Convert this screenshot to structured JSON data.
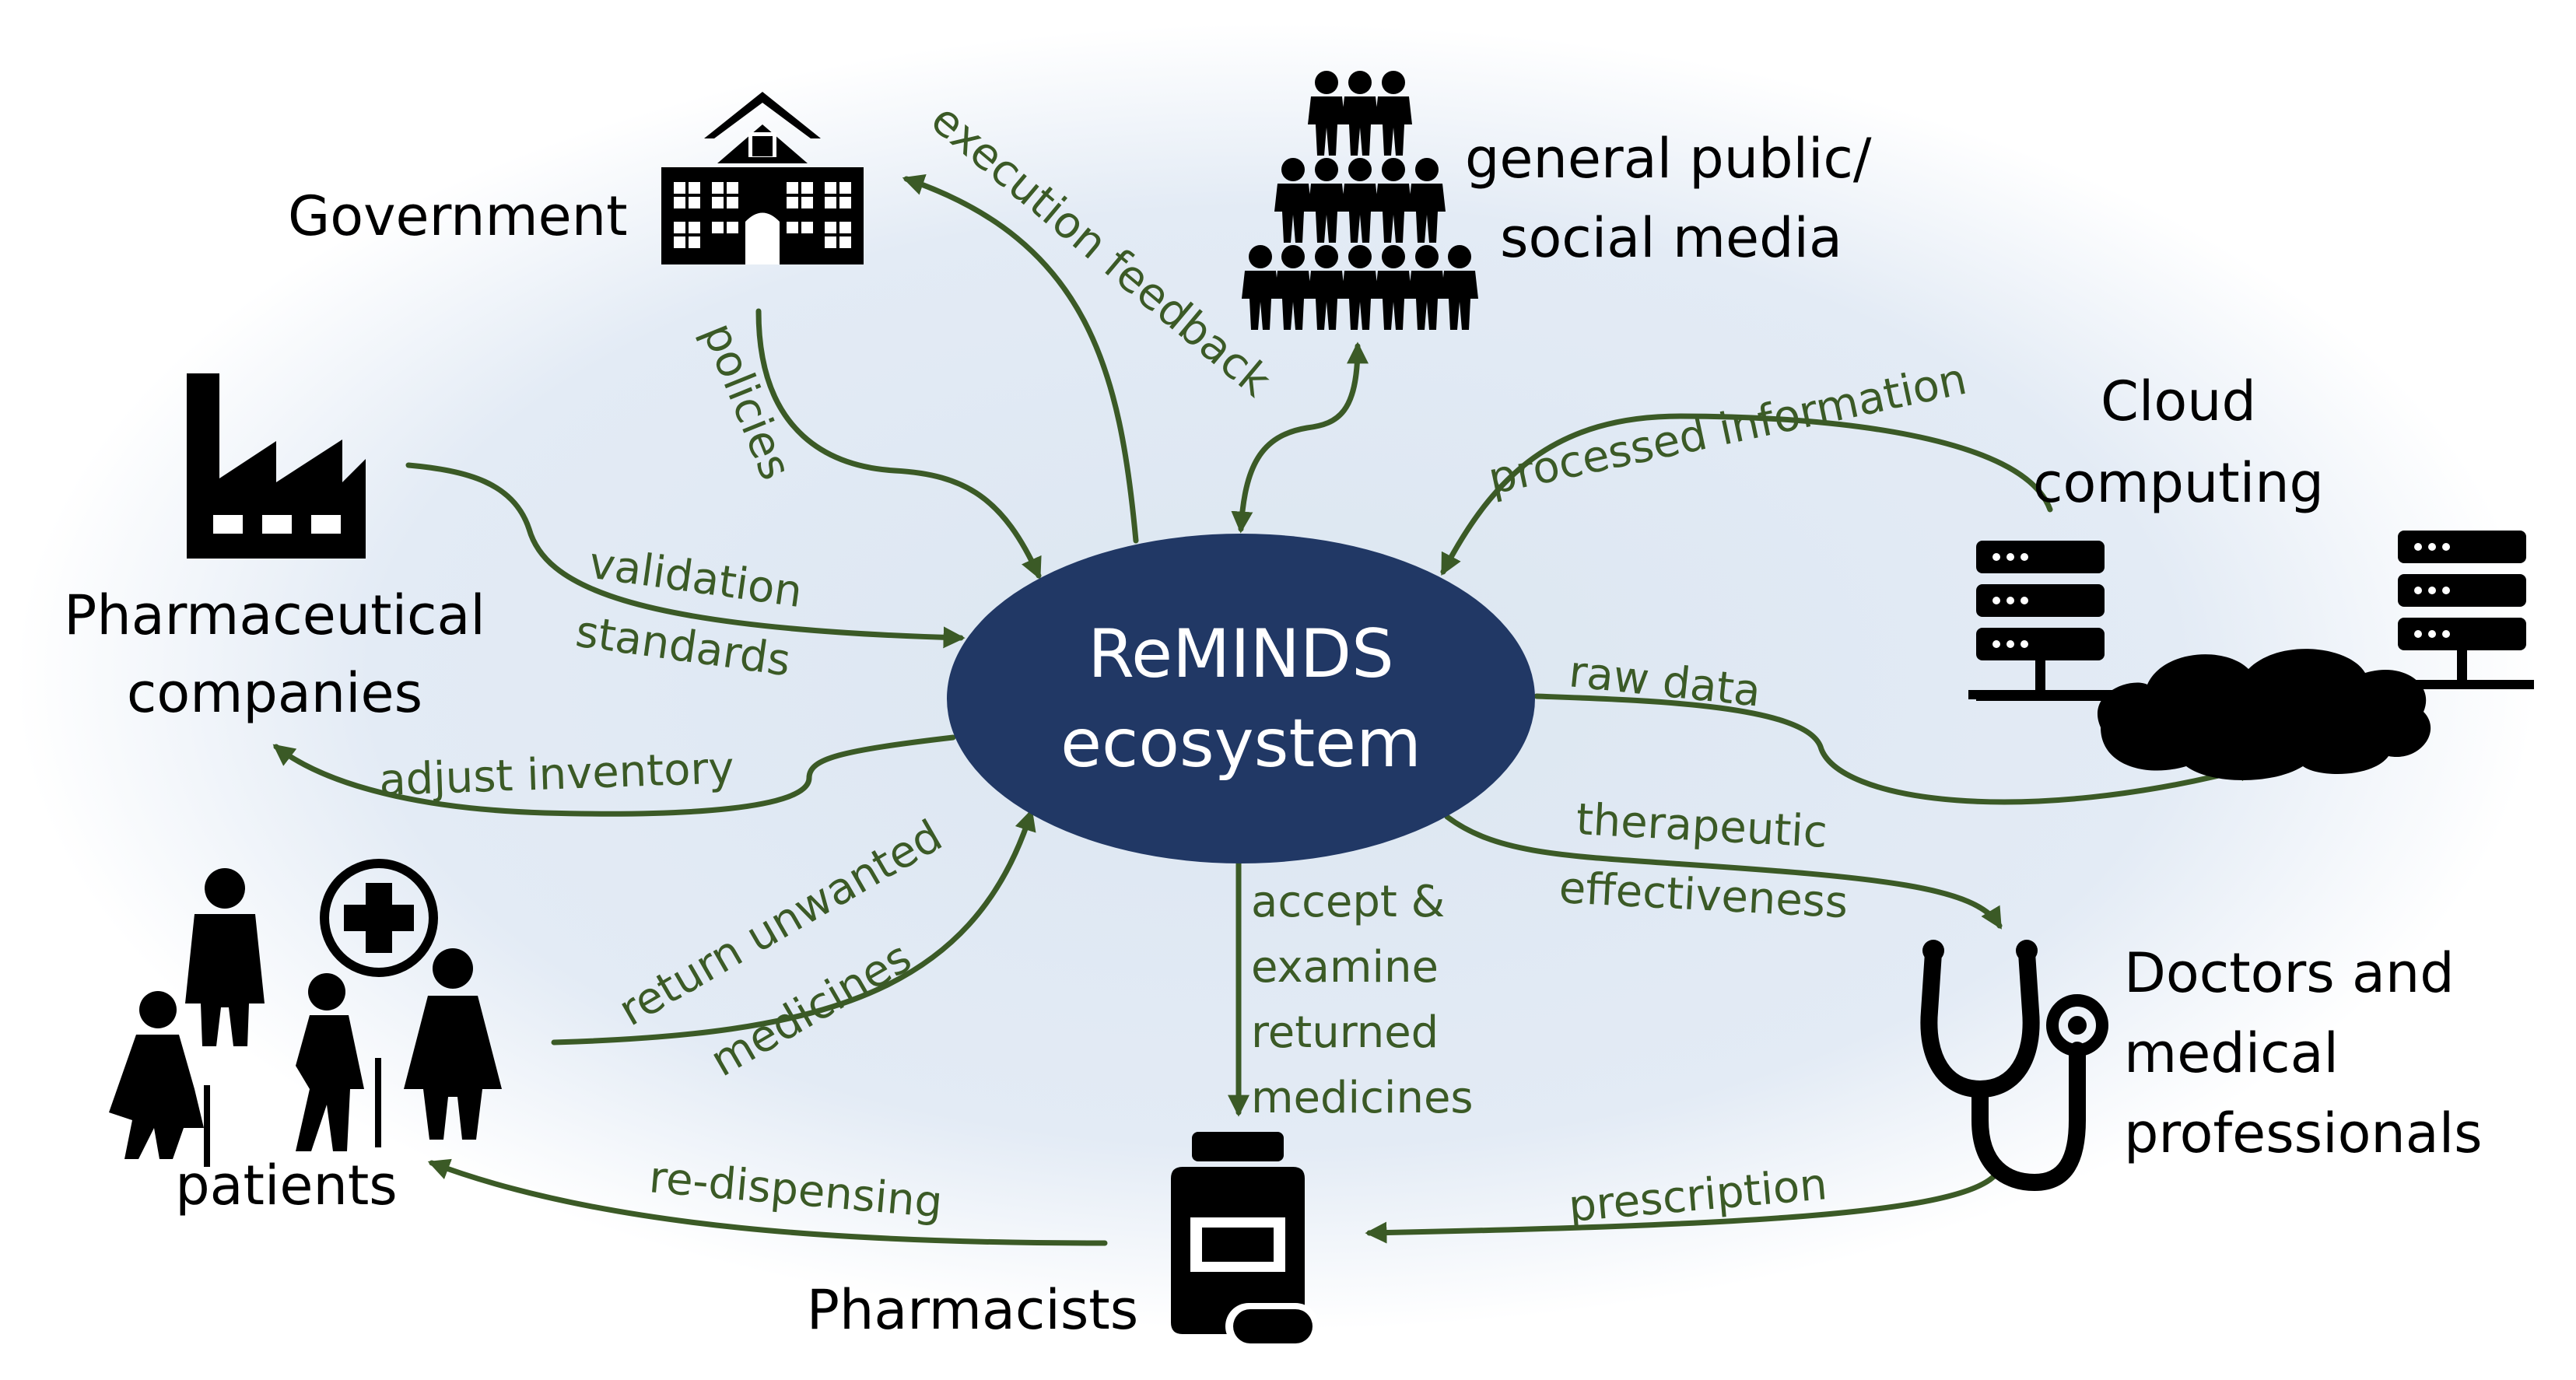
{
  "colors": {
    "center_fill": "#213865",
    "center_text": "#ffffff",
    "arrow": "#3b5a26",
    "background_glow": "#dce6f1",
    "icon": "#000000"
  },
  "center": {
    "line1": "ReMINDS",
    "line2": "ecosystem"
  },
  "nodes": {
    "government": {
      "label": "Government",
      "icon": "government-building-icon"
    },
    "public": {
      "label_line1": "general public/",
      "label_line2": "social media",
      "icon": "crowd-icon"
    },
    "cloud": {
      "label_line1": "Cloud",
      "label_line2": "computing",
      "icon": "cloud-servers-icon"
    },
    "pharma": {
      "label_line1": "Pharmaceutical",
      "label_line2": "companies",
      "icon": "factory-icon"
    },
    "patients": {
      "label": "patients",
      "icon": "patients-group-icon"
    },
    "pharmacists": {
      "label": "Pharmacists",
      "icon": "medicine-bottle-icon"
    },
    "doctors": {
      "label_line1": "Doctors and",
      "label_line2": "medical",
      "label_line3": "professionals",
      "icon": "stethoscope-icon"
    }
  },
  "edges": {
    "policies": "policies",
    "execution_feedback": "execution feedback",
    "processed_information": "processed information",
    "validation_line1": "validation",
    "validation_line2": "standards",
    "adjust_inventory": "adjust inventory",
    "raw_data": "raw data",
    "therapeutic_line1": "therapeutic",
    "therapeutic_line2": "effectiveness",
    "return_line1": "return unwanted",
    "return_line2": "medicines",
    "accept_line1": "accept &",
    "accept_line2": "examine",
    "accept_line3": "returned",
    "accept_line4": "medicines",
    "re_dispensing": "re-dispensing",
    "prescription": "prescription"
  }
}
